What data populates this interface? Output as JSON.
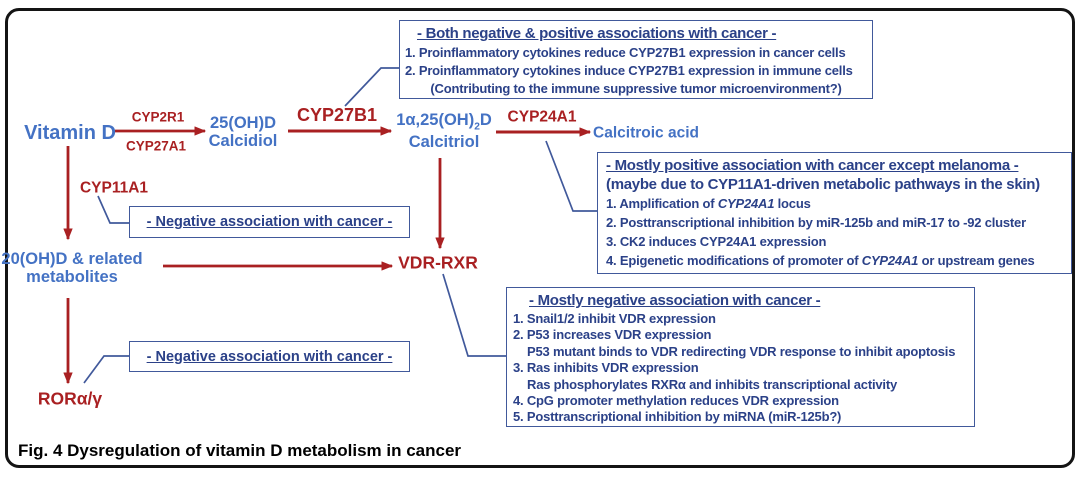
{
  "colors": {
    "metabolite_blue": "#4472c4",
    "box_text_navy": "#2b4188",
    "enzyme_red": "#a92022",
    "box_border_blue": "#41599b",
    "frame_black": "#141414"
  },
  "nodes": {
    "vitamin_d": "Vitamin D",
    "cyp2r1": "CYP2R1",
    "cyp27a1": "CYP27A1",
    "calcidiol_l1": "25(OH)D",
    "calcidiol_l2": "Calcidiol",
    "cyp27b1": "CYP27B1",
    "calcitriol_l1_pre": "1α,25(OH)",
    "calcitriol_l1_sub": "2",
    "calcitriol_l1_post": "D",
    "calcitriol_l2": "Calcitriol",
    "cyp24a1": "CYP24A1",
    "calcitroic_acid": "Calcitroic acid",
    "cyp11a1": "CYP11A1",
    "metabolites_l1": "20(OH)D & related",
    "metabolites_l2": "metabolites",
    "vdr_rxr": "VDR-RXR",
    "ror": "RORα/γ"
  },
  "boxes": {
    "cyp27b1_effects": {
      "header": "- Both negative & positive associations with cancer -",
      "item1": "1. Proinflammatory cytokines reduce CYP27B1 expression in cancer cells",
      "item2": "2. Proinflammatory cytokines induce CYP27B1 expression in immune cells",
      "item3": "(Contributing to the immune suppressive tumor microenvironment?)"
    },
    "cyp11a1_association": {
      "label": "- Negative association with cancer -"
    },
    "ror_association": {
      "label": "- Negative association with cancer -"
    },
    "cyp24a1_effects": {
      "header": "- Mostly positive association with cancer except melanoma -",
      "subheader": "(maybe due to CYP11A1-driven metabolic pathways in the skin)",
      "item1_pre": "1. Amplification of ",
      "item1_italic": "CYP24A1",
      "item1_post": " locus",
      "item2": "2. Posttranscriptional inhibition by miR-125b and miR-17 to -92 cluster",
      "item3": "3. CK2 induces CYP24A1 expression",
      "item4_pre": "4. Epigenetic modifications of promoter of ",
      "item4_italic": "CYP24A1",
      "item4_post": " or upstream genes"
    },
    "vdr_effects": {
      "header": "- Mostly negative association with cancer -",
      "item1": "1. Snail1/2 inhibit VDR expression",
      "item2": "2. P53 increases VDR expression",
      "item2_cont": "P53 mutant binds to VDR redirecting VDR response to inhibit apoptosis",
      "item3": "3. Ras inhibits VDR expression",
      "item3_cont": "Ras phosphorylates RXRα and inhibits transcriptional activity",
      "item4": "4. CpG promoter methylation reduces VDR expression",
      "item5": "5. Posttranscriptional inhibition by miRNA (miR-125b?)"
    }
  },
  "caption": "Fig. 4 Dysregulation of vitamin D metabolism in cancer"
}
